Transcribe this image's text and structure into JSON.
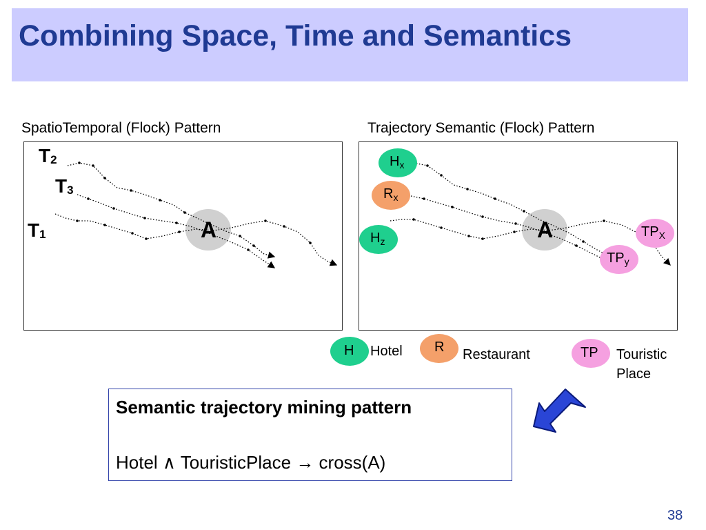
{
  "slide": {
    "title": "Combining Space, Time and Semantics",
    "page_number": "38"
  },
  "left_panel": {
    "title": "SpatioTemporal (Flock) Pattern",
    "trajectories": [
      {
        "label": "T",
        "sub": "2"
      },
      {
        "label": "T",
        "sub": "3"
      },
      {
        "label": "T",
        "sub": "1"
      }
    ],
    "region_label": "A"
  },
  "right_panel": {
    "title": "Trajectory Semantic (Flock) Pattern",
    "region_label": "A",
    "places": [
      {
        "label": "H",
        "sub": "x",
        "kind": "hotel"
      },
      {
        "label": "R",
        "sub": "x",
        "kind": "restaurant"
      },
      {
        "label": "H",
        "sub": "z",
        "kind": "hotel"
      },
      {
        "label": "TP",
        "sub": "X",
        "kind": "touristic"
      },
      {
        "label": "TP",
        "sub": "y",
        "kind": "touristic"
      }
    ]
  },
  "legend": [
    {
      "symbol": "H",
      "text": "Hotel"
    },
    {
      "symbol": "R",
      "text": "Restaurant"
    },
    {
      "symbol": "TP",
      "text": "Touristic Place"
    }
  ],
  "pattern": {
    "title": "Semantic trajectory mining pattern",
    "rule": "Hotel ∧ TouristicPlace → cross(A)"
  },
  "colors": {
    "title_bg": "#ccccff",
    "title_text": "#1f3a93",
    "hotel": "#1fcf8e",
    "restaurant": "#f4a06a",
    "touristic": "#f5a0e0",
    "region": "#d0d0d0",
    "arrow": "#2a45d6"
  }
}
